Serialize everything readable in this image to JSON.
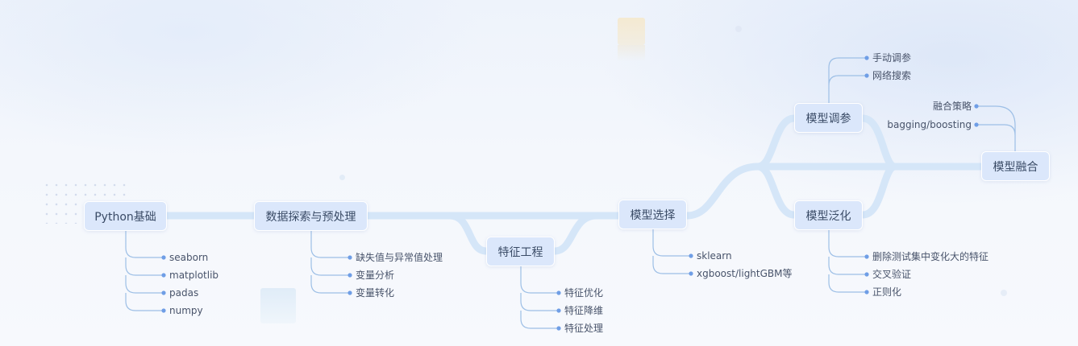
{
  "nodes": {
    "python": "Python基础",
    "explore": "数据探索与预处理",
    "feature": "特征工程",
    "select": "模型选择",
    "tune": "模型调参",
    "general": "模型泛化",
    "fusion": "模型融合"
  },
  "leaves": {
    "python": [
      "seaborn",
      "matplotlib",
      "padas",
      "numpy"
    ],
    "explore": [
      "缺失值与异常值处理",
      "变量分析",
      "变量转化"
    ],
    "feature": [
      "特征优化",
      "特征降维",
      "特征处理"
    ],
    "select": [
      "sklearn",
      "xgboost/lightGBM等"
    ],
    "tune": [
      "手动调参",
      "网络搜索"
    ],
    "fusion": [
      "融合策略",
      "bagging/boosting"
    ],
    "general": [
      "删除测试集中变化大的特征",
      "交叉验证",
      "正则化"
    ]
  },
  "colors": {
    "node_fill": "#dbe7fb",
    "main_line": "#d5e6f8",
    "leaf_line": "#9dbfe6",
    "leaf_dot": "#6f9ee6"
  }
}
